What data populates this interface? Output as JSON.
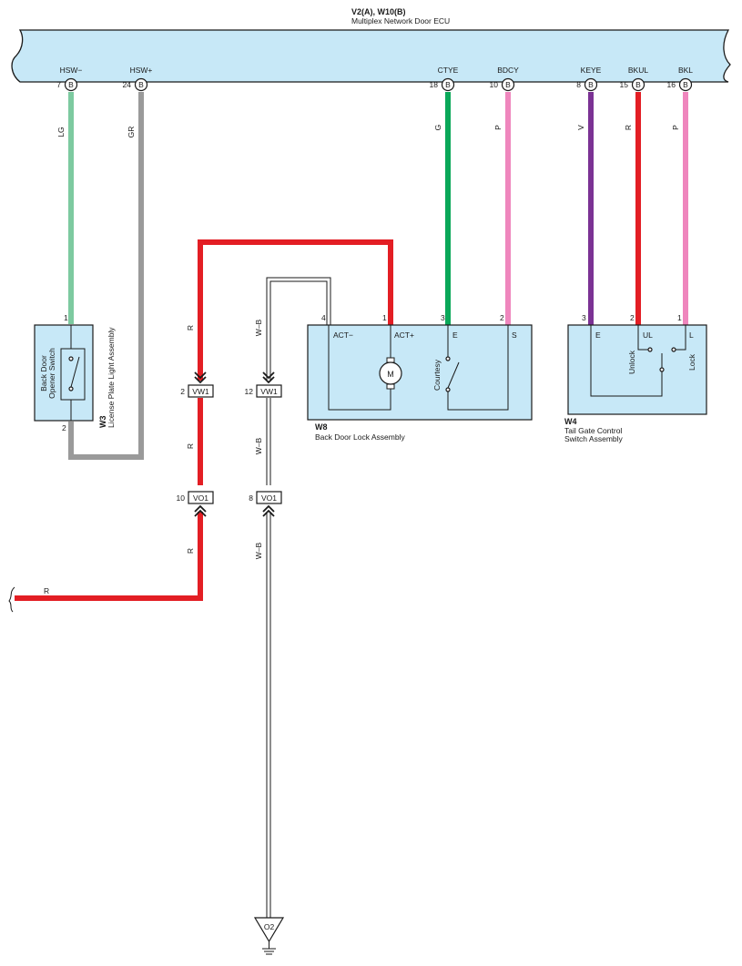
{
  "ecu": {
    "title": "V2(A), W10(B)",
    "subtitle": "Multiplex Network Door ECU",
    "pins": [
      {
        "label": "HSW−",
        "num": "7",
        "conn": "B"
      },
      {
        "label": "HSW+",
        "num": "24",
        "conn": "B"
      },
      {
        "label": "CTYE",
        "num": "18",
        "conn": "B"
      },
      {
        "label": "BDCY",
        "num": "10",
        "conn": "B"
      },
      {
        "label": "KEYE",
        "num": "8",
        "conn": "B"
      },
      {
        "label": "BKUL",
        "num": "15",
        "conn": "B"
      },
      {
        "label": "BKL",
        "num": "16",
        "conn": "B"
      }
    ]
  },
  "wires": {
    "lg": "LG",
    "gr": "GR",
    "g": "G",
    "p1": "P",
    "v": "V",
    "r_top": "R",
    "p2": "P",
    "r1": "R",
    "r2": "R",
    "r3": "R",
    "r4": "R",
    "wb1": "W–B",
    "wb2": "W–B",
    "wb3": "W–B"
  },
  "colors": {
    "lg": "#7dcaa0",
    "gr": "#9a9a9a",
    "g": "#0aa859",
    "p": "#ef86bd",
    "v": "#7b3294",
    "r": "#e31e24",
    "box": "#c7e8f7"
  },
  "w3": {
    "code": "W3",
    "name": "License Plate Light Assembly",
    "switch_line1": "Back Door",
    "switch_line2": "Opener Switch",
    "pin_top": "1",
    "pin_bottom": "2"
  },
  "w8": {
    "code": "W8",
    "name": "Back Door Lock Assembly",
    "pins": [
      {
        "num": "4",
        "label": "ACT−"
      },
      {
        "num": "1",
        "label": "ACT+"
      },
      {
        "num": "3",
        "label": "E"
      },
      {
        "num": "2",
        "label": "S"
      }
    ],
    "motor": "M",
    "courtesy": "Courtesy"
  },
  "w4": {
    "code": "W4",
    "name_line1": "Tail Gate Control",
    "name_line2": "Switch Assembly",
    "pins": [
      {
        "num": "3",
        "label": "E"
      },
      {
        "num": "2",
        "label": "UL"
      },
      {
        "num": "1",
        "label": "L"
      }
    ],
    "unlock": "Unlock",
    "lock": "Lock"
  },
  "connectors": {
    "vw1_r": {
      "num": "2",
      "label": "VW1"
    },
    "vw1_wb": {
      "num": "12",
      "label": "VW1"
    },
    "vo1_r": {
      "num": "10",
      "label": "VO1"
    },
    "vo1_wb": {
      "num": "8",
      "label": "VO1"
    }
  },
  "ground": {
    "label": "O2"
  }
}
